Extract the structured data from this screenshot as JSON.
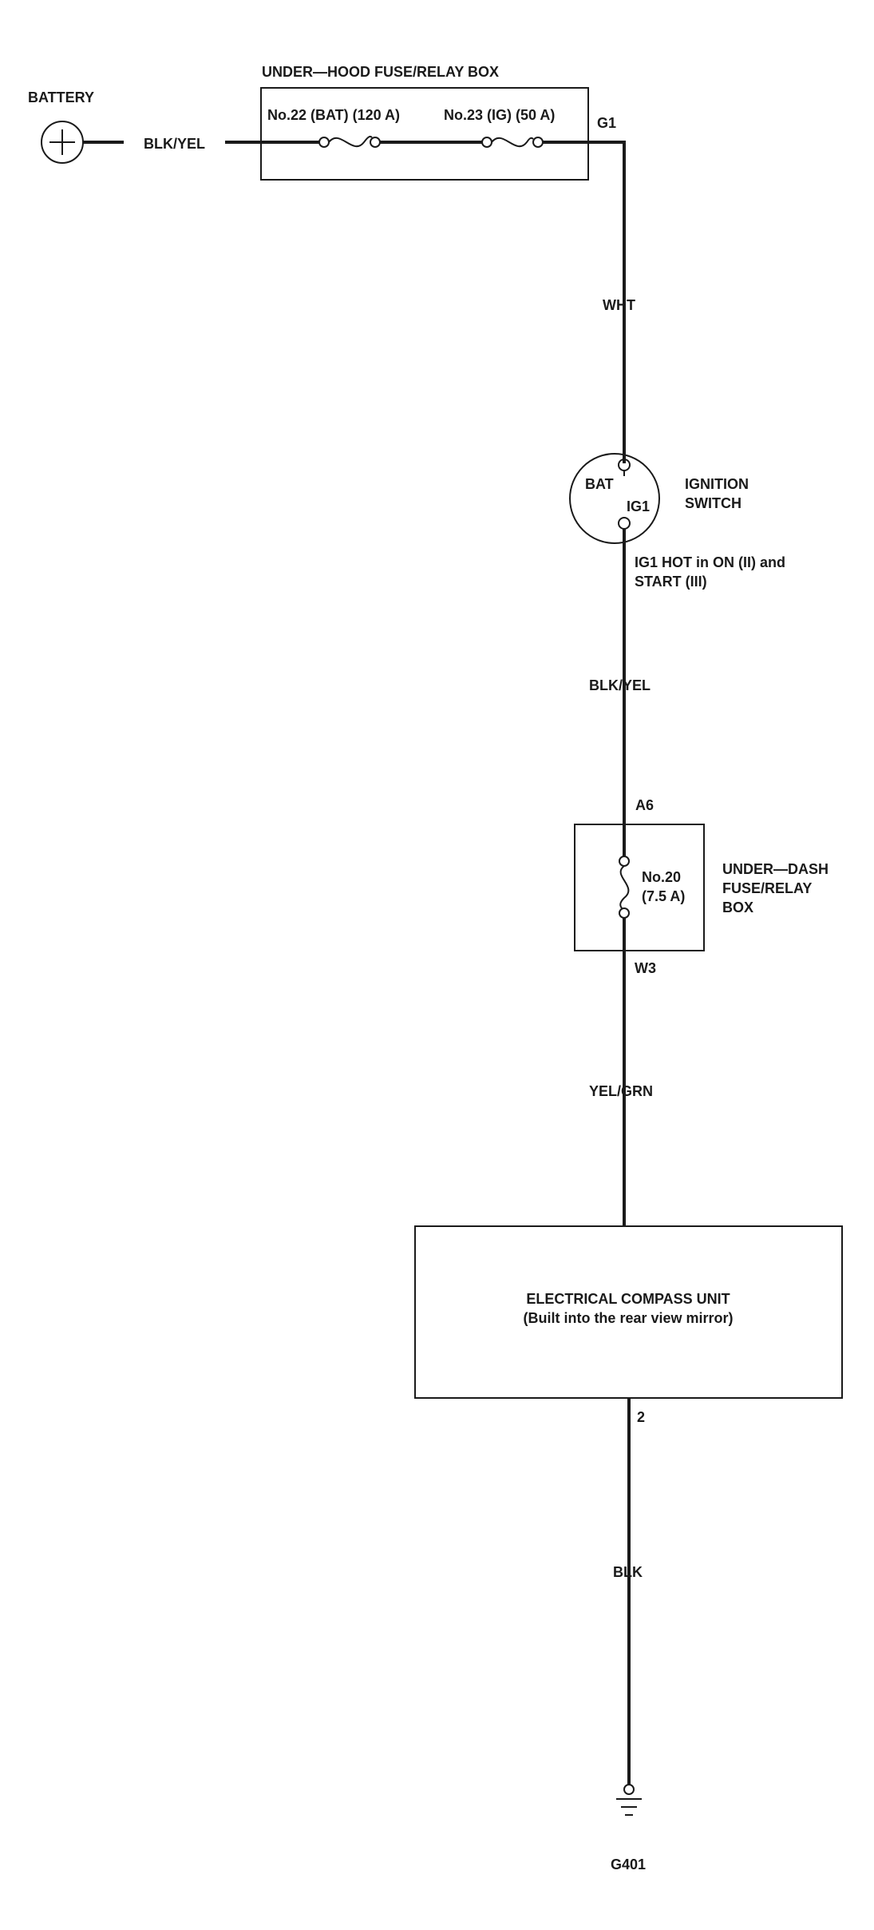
{
  "battery": {
    "label": "BATTERY",
    "wire": "BLK/YEL"
  },
  "under_hood_box": {
    "title": "UNDER—HOOD FUSE/RELAY BOX",
    "fuse_bat": "No.22 (BAT) (120 A)",
    "fuse_ig": "No.23 (IG) (50 A)",
    "terminal": "G1"
  },
  "wire_wht": "WHT",
  "ignition_switch": {
    "bat_label": "BAT",
    "ig1_label": "IG1",
    "title_line1": "IGNITION",
    "title_line2": "SWITCH",
    "note_line1": "IG1 HOT in ON (II) and",
    "note_line2": "START (III)"
  },
  "wire_blk_yel": "BLK/YEL",
  "under_dash_box": {
    "terminal_in": "A6",
    "fuse_line1": "No.20",
    "fuse_line2": "(7.5 A)",
    "title_line1": "UNDER—DASH",
    "title_line2": "FUSE/RELAY",
    "title_line3": "BOX",
    "terminal_out": "W3"
  },
  "wire_yel_grn": "YEL/GRN",
  "compass_unit": {
    "line1": "ELECTRICAL COMPASS UNIT",
    "line2": "(Built into the rear view mirror)",
    "pin": "2"
  },
  "wire_blk": "BLK",
  "ground": {
    "label": "G401"
  }
}
